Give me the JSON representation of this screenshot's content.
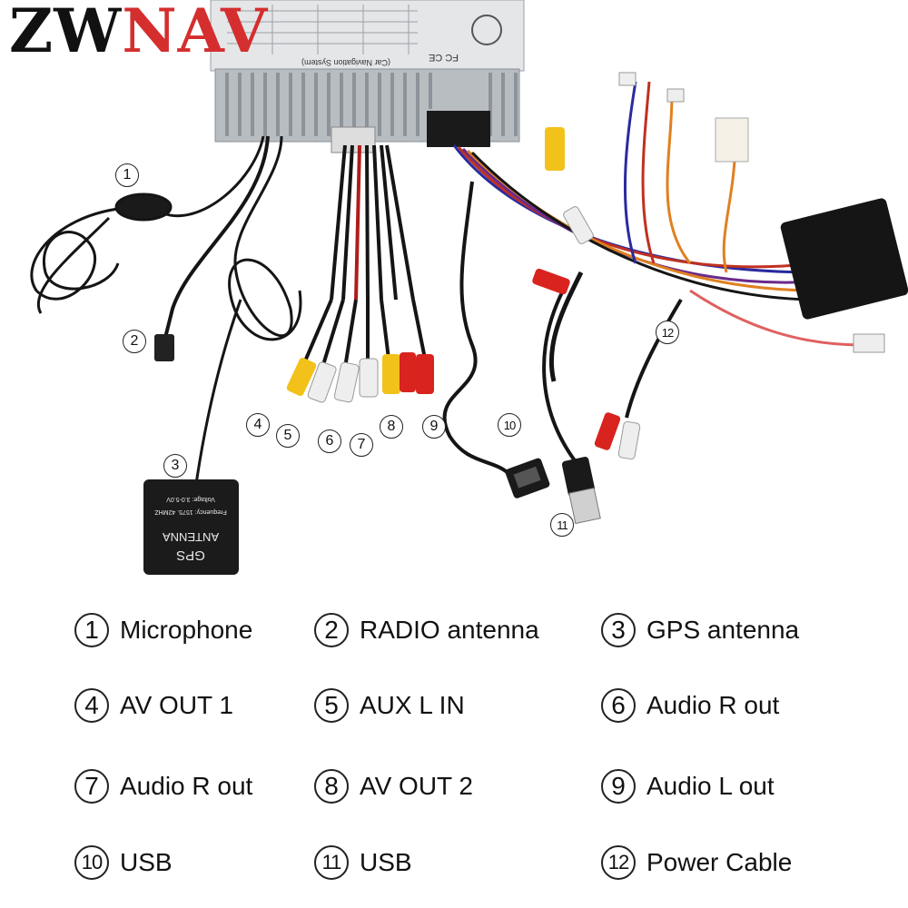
{
  "brand": {
    "part1": "ZW",
    "part2": "NAV"
  },
  "unit_labels": {
    "fcc": "FC CE",
    "system": "(Car Navigation System)"
  },
  "gps_module": {
    "line1": "GPS",
    "line2": "ANTENNA",
    "line3": "Frequency: 1575. 42MHZ",
    "line4": "Voltage: 3.0-5.0V"
  },
  "callouts": [
    "1",
    "2",
    "3",
    "4",
    "5",
    "6",
    "7",
    "8",
    "9",
    "10",
    "11",
    "12"
  ],
  "legend": [
    {
      "num": "1",
      "label": "Microphone"
    },
    {
      "num": "2",
      "label": "RADIO antenna"
    },
    {
      "num": "3",
      "label": "GPS antenna"
    },
    {
      "num": "4",
      "label": "AV OUT 1"
    },
    {
      "num": "5",
      "label": "AUX L IN"
    },
    {
      "num": "6",
      "label": "Audio R out"
    },
    {
      "num": "7",
      "label": "Audio R out"
    },
    {
      "num": "8",
      "label": "AV OUT 2"
    },
    {
      "num": "9",
      "label": "Audio L out"
    },
    {
      "num": "10",
      "label": "USB"
    },
    {
      "num": "11",
      "label": "USB"
    },
    {
      "num": "12",
      "label": "Power Cable"
    }
  ],
  "colors": {
    "brand_dark": "#111111",
    "brand_red": "#d42e2e",
    "rca_yellow": "#f2c21a",
    "rca_red": "#d8231f",
    "rca_white": "#eeeeee",
    "cable_black": "#151515",
    "chassis": "#c9cdd1"
  }
}
